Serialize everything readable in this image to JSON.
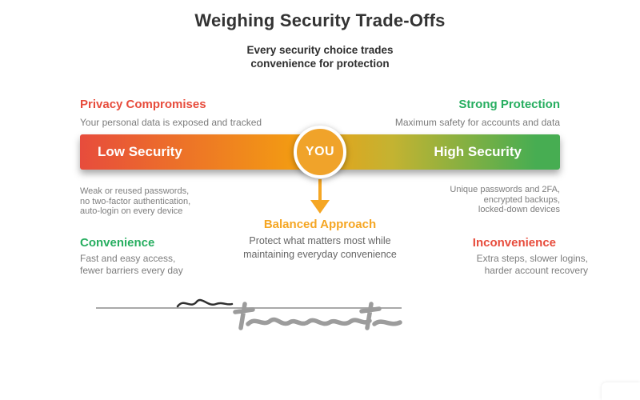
{
  "title": "Weighing Security Trade-Offs",
  "subtitle": {
    "line1": "Every security choice trades",
    "line2": "convenience for protection"
  },
  "spectrum": {
    "low_label": "Low Security",
    "high_label": "High Security",
    "you_label": "YOU",
    "gradient_colors": [
      "#e74c3c",
      "#f39c12",
      "#c4b331",
      "#47ad52"
    ],
    "you_circle_color": "#f0a32a"
  },
  "top_left": {
    "heading": "Privacy Compromises",
    "description": "Your personal data is exposed and tracked",
    "color": "#e74c3c"
  },
  "top_right": {
    "heading": "Strong Protection",
    "description": "Maximum safety for accounts and data",
    "color": "#27ae60"
  },
  "under_bar_left": {
    "lines": [
      "Weak or reused passwords,",
      "no two-factor authentication,",
      "auto-login on every device"
    ]
  },
  "under_bar_right": {
    "lines": [
      "Unique passwords and 2FA,",
      "encrypted backups,",
      "locked-down devices"
    ]
  },
  "center": {
    "heading": "Balanced Approach",
    "line1": "Protect what matters most while",
    "line2": "maintaining everyday convenience",
    "color": "#f5a623"
  },
  "bottom_left": {
    "heading": "Convenience",
    "lines": [
      "Fast and easy access,",
      "fewer barriers every day"
    ],
    "color": "#27ae60"
  },
  "bottom_right": {
    "heading": "Inconvenience",
    "lines": [
      "Extra steps, slower logins,",
      "harder account recovery"
    ],
    "color": "#e74c3c"
  },
  "footer": {
    "signature_icon": "signature-flourish"
  }
}
